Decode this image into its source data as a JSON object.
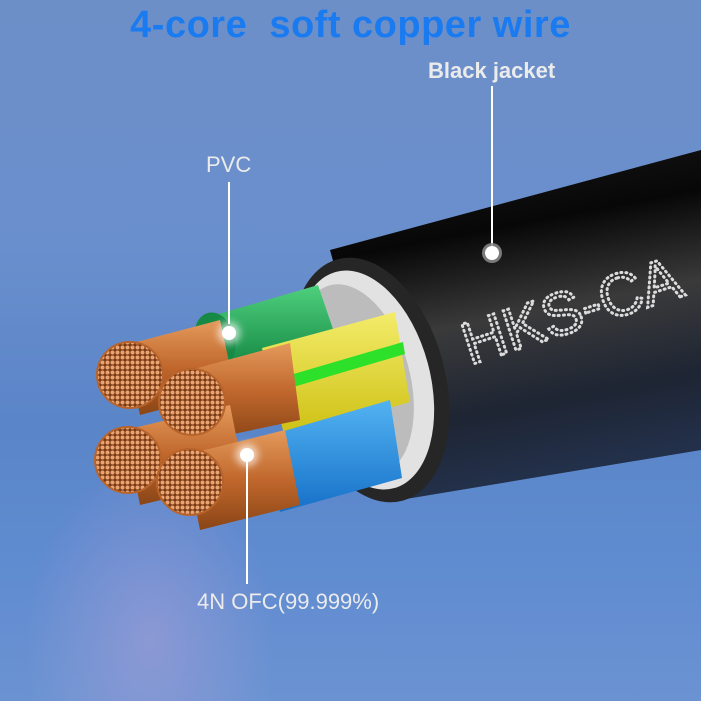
{
  "title": "4-core  soft copper wire",
  "callouts": {
    "jacket": {
      "label": "Black jacket"
    },
    "insulation": {
      "label": "PVC"
    },
    "conductor": {
      "label": "4N OFC(99.999%)"
    }
  },
  "jacket_print": "HKS-CA",
  "core_colors": {
    "green": "#22b45a",
    "yellow_green": "#e8dc2a",
    "stripe": "#2de02a",
    "blue": "#1f8fe0",
    "copper": "#c8743a",
    "jacket": "#0c0c0c",
    "shield": "#e6e6e6"
  },
  "accent": {
    "title_color": "#1a7bf0",
    "label_color": "#ebebeb"
  }
}
